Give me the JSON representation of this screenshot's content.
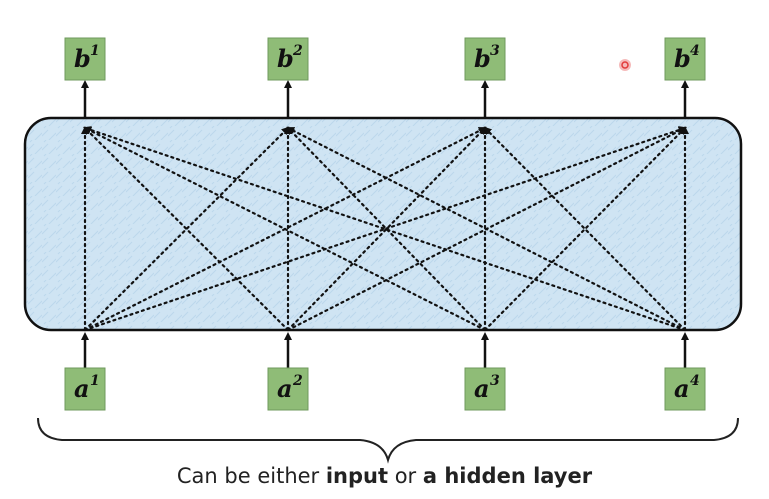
{
  "outputs": [
    {
      "letter": "b",
      "sup": "1"
    },
    {
      "letter": "b",
      "sup": "2"
    },
    {
      "letter": "b",
      "sup": "3"
    },
    {
      "letter": "b",
      "sup": "4"
    }
  ],
  "inputs": [
    {
      "letter": "a",
      "sup": "1"
    },
    {
      "letter": "a",
      "sup": "2"
    },
    {
      "letter": "a",
      "sup": "3"
    },
    {
      "letter": "a",
      "sup": "4"
    }
  ],
  "caption": {
    "prefix": "Can be either ",
    "bold1": "input",
    "middle": " or ",
    "bold2": "a hidden layer"
  },
  "colors": {
    "node_fill": "#8fbc77",
    "node_stroke": "#6f9a5c",
    "layer_fill": "#cfe4f3",
    "layer_stroke": "#111111",
    "pointer": "#e23a3a"
  }
}
